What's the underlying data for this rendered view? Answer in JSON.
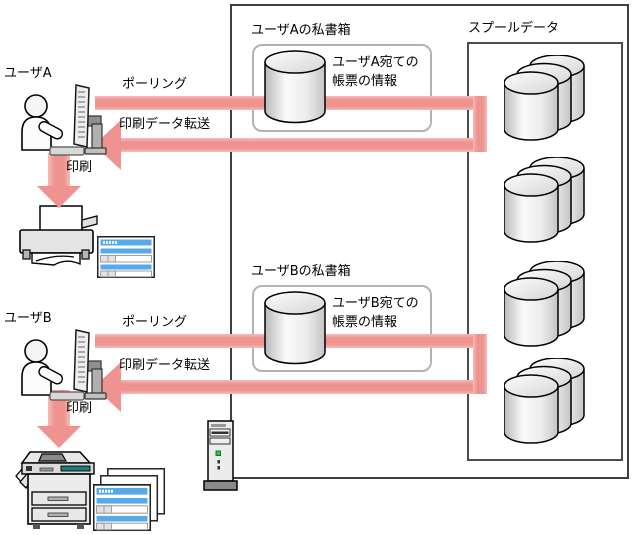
{
  "colors": {
    "arrow_salmon": "#ee9390",
    "form_blue": "#56aae8",
    "copier_teal": "#1b7f7f"
  },
  "spool": {
    "label": "スプールデータ"
  },
  "users": [
    {
      "name": "ユーザA",
      "polling": "ポーリング",
      "transfer": "印刷データ転送",
      "print": "印刷",
      "mailbox_title": "ユーザAの私書箱",
      "mailbox_line1": "ユーザA宛ての",
      "mailbox_line2": "帳票の情報"
    },
    {
      "name": "ユーザB",
      "polling": "ポーリング",
      "transfer": "印刷データ転送",
      "print": "印刷",
      "mailbox_title": "ユーザBの私書箱",
      "mailbox_line1": "ユーザB宛ての",
      "mailbox_line2": "帳票の情報"
    }
  ]
}
